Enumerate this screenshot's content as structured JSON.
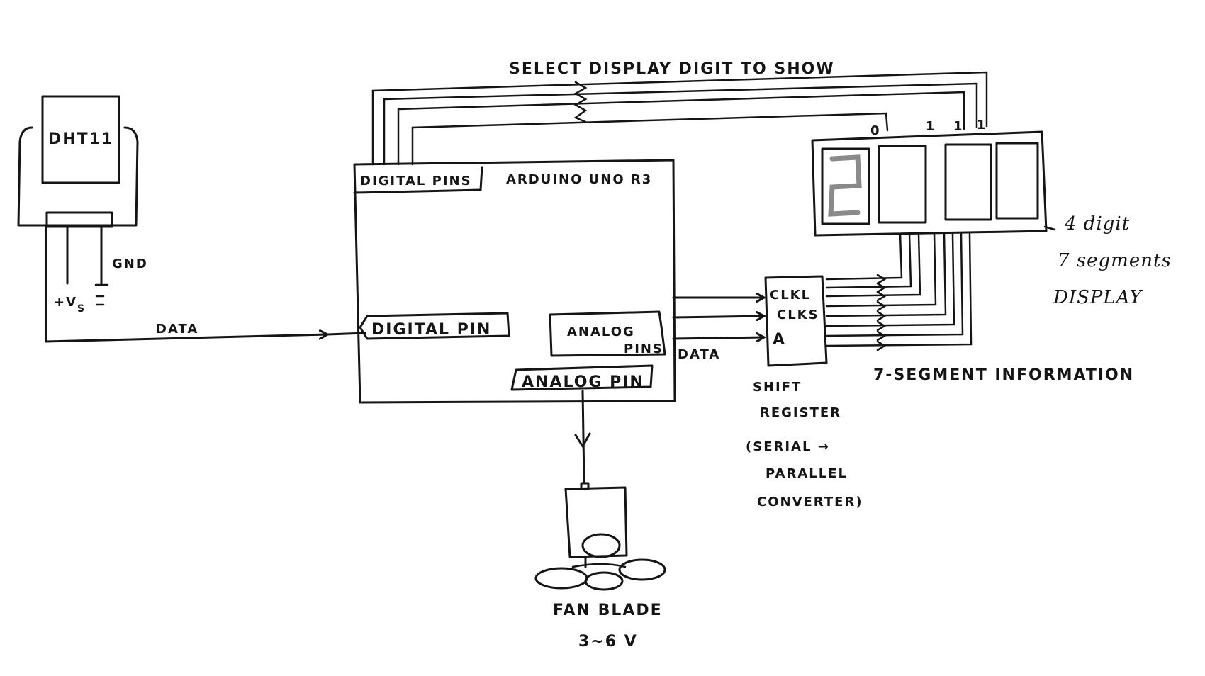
{
  "sensor": {
    "name": "DHT11",
    "gnd_label": "GND",
    "vs_label": "+V",
    "vs_subscript": "S"
  },
  "wires": {
    "data_label": "DATA",
    "select_digit_label": "SELECT DISPLAY DIGIT TO SHOW",
    "shift_data_label": "DATA",
    "segment_info_label": "7-SEGMENT INFORMATION"
  },
  "arduino": {
    "title": "ARDUINO UNO R3",
    "digital_pins": "DIGITAL PINS",
    "digital_pin": "DIGITAL PIN",
    "analog_pins_line1": "ANALOG",
    "analog_pins_line2": "PINS",
    "analog_pin": "ANALOG PIN"
  },
  "shift_register": {
    "pin_clkl": "CLKL",
    "pin_clks": "CLKS",
    "pin_a": "A",
    "caption_lines": [
      "SHIFT",
      "REGISTER",
      "(SERIAL →",
      "PARALLEL",
      "CONVERTER)"
    ]
  },
  "display": {
    "digit_shown": "2",
    "digit_select_bits": [
      "0",
      "1",
      "1",
      "1"
    ],
    "caption_lines": [
      "4 digit",
      "7 segments",
      "DISPLAY"
    ]
  },
  "fan": {
    "caption_lines": [
      "FAN BLADE",
      "3~6 V"
    ]
  }
}
